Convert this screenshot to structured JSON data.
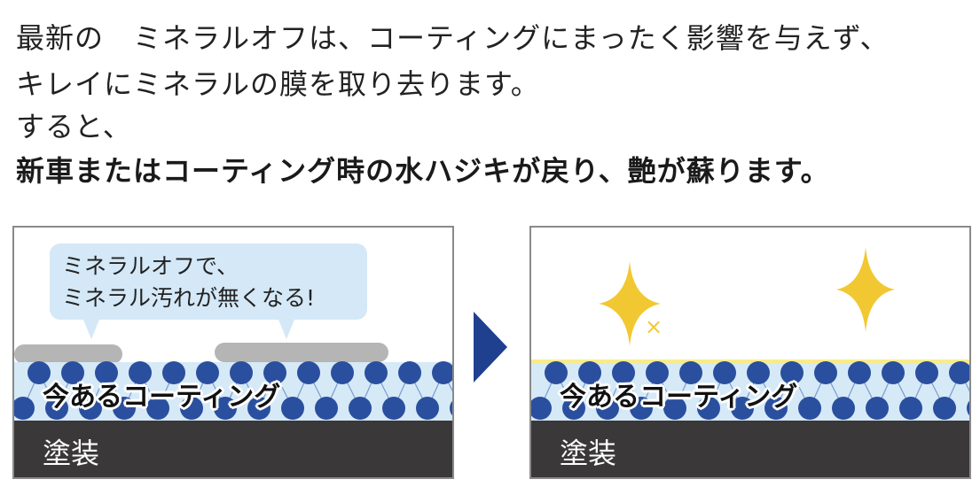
{
  "headline": {
    "line1": "最新の　ミネラルオフは、コーティングにまったく影響を与えず、",
    "line2": "キレイにミネラルの膜を取り去ります。",
    "line3": "すると、",
    "line4": "新車またはコーティング時の水ハジキが戻り、艶が蘇ります。"
  },
  "before_panel": {
    "bubble_line1": "ミネラルオフで、",
    "bubble_line2": "ミネラル汚れが無くなる!",
    "coating_label": "今あるコーティング",
    "paint_label": "塗装"
  },
  "after_panel": {
    "coating_label": "今あるコーティング",
    "paint_label": "塗装",
    "sparkle_mark": "×"
  },
  "colors": {
    "molecule": "#2a4f9e",
    "coating": "#d6e9f7",
    "paint": "#3a3838",
    "arrow": "#1f3f8f",
    "sparkle": "#f2c832",
    "dirt": "#b5b5b5"
  }
}
